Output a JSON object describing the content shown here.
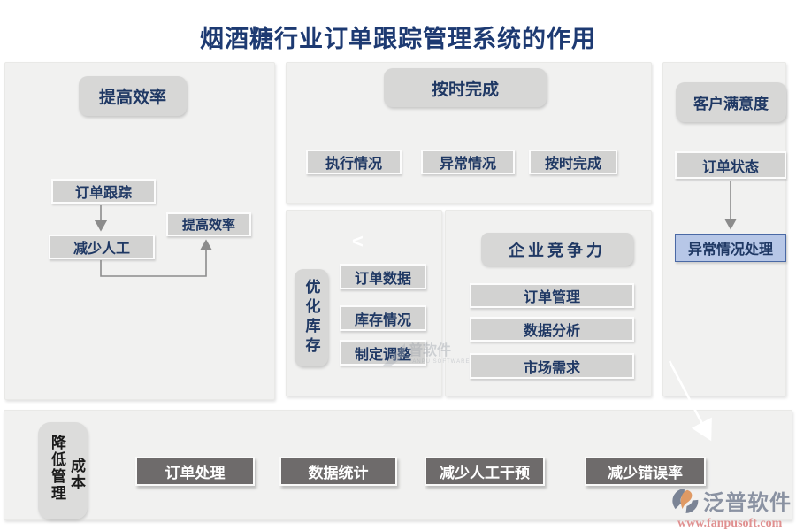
{
  "title": "烟酒糖行业订单跟踪管理系统的作用",
  "panels": {
    "efficiency": {
      "header": "提高效率",
      "order_tracking": "订单跟踪",
      "reduce_labor": "减少人工",
      "improve_efficiency": "提高效率"
    },
    "ontime": {
      "header": "按时完成",
      "items": [
        "执行情况",
        "异常情况",
        "按时完成"
      ]
    },
    "inventory": {
      "header": "优化库存",
      "chevron": "<",
      "items": [
        "订单数据",
        "库存情况",
        "制定调整"
      ]
    },
    "competitive": {
      "header": "企业竞争力",
      "items": [
        "订单管理",
        "数据分析",
        "市场需求"
      ]
    },
    "satisfaction": {
      "header": "客户满意度",
      "order_status": "订单状态",
      "exception_handling": "异常情况处理"
    },
    "cost": {
      "header_left": "降低管理",
      "header_right": "成本",
      "items": [
        "订单处理",
        "数据统计",
        "减少人工干预",
        "减少错误率"
      ]
    }
  },
  "branding": {
    "name": "泛普软件",
    "url": "www.fanpusoft.com",
    "watermark_text": "普软件",
    "watermark_sub": "FANPU SOFTWARE"
  },
  "colors": {
    "title_text": "#1d3a72",
    "node_text": "#1f3864",
    "panel_bg": "#f1f1f0",
    "pill_bg": "#d7d7d6",
    "box_bg": "#d2d2d1",
    "dark_button_bg": "#6e6b6b",
    "highlight_bg": "#b7c7e7",
    "highlight_border": "#4a69a5",
    "arrow": "#8c8c8c",
    "brand_text": "#8a92a2",
    "brand_url": "#e09090"
  }
}
